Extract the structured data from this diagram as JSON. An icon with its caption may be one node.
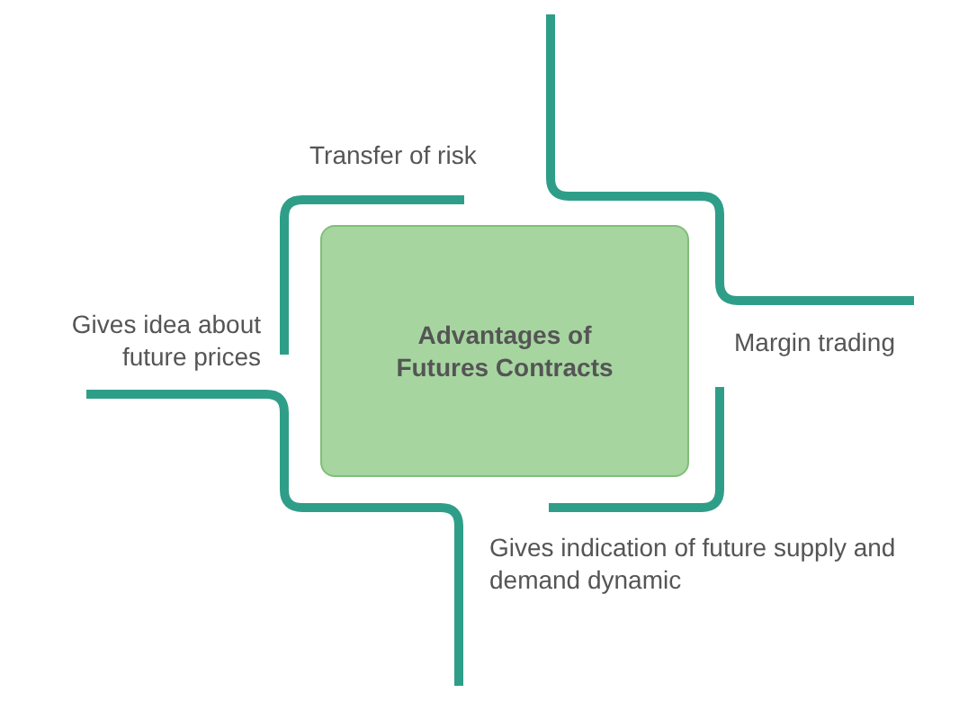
{
  "diagram": {
    "nodes": [
      {
        "text": [
          "Advantages of Futures Contracts"
        ]
      }
    ],
    "labels": [
      "Transfer of risk",
      "Gives idea about future prices",
      "Margin trading",
      "Gives indication of future supply and demand dynamic"
    ]
  }
}
